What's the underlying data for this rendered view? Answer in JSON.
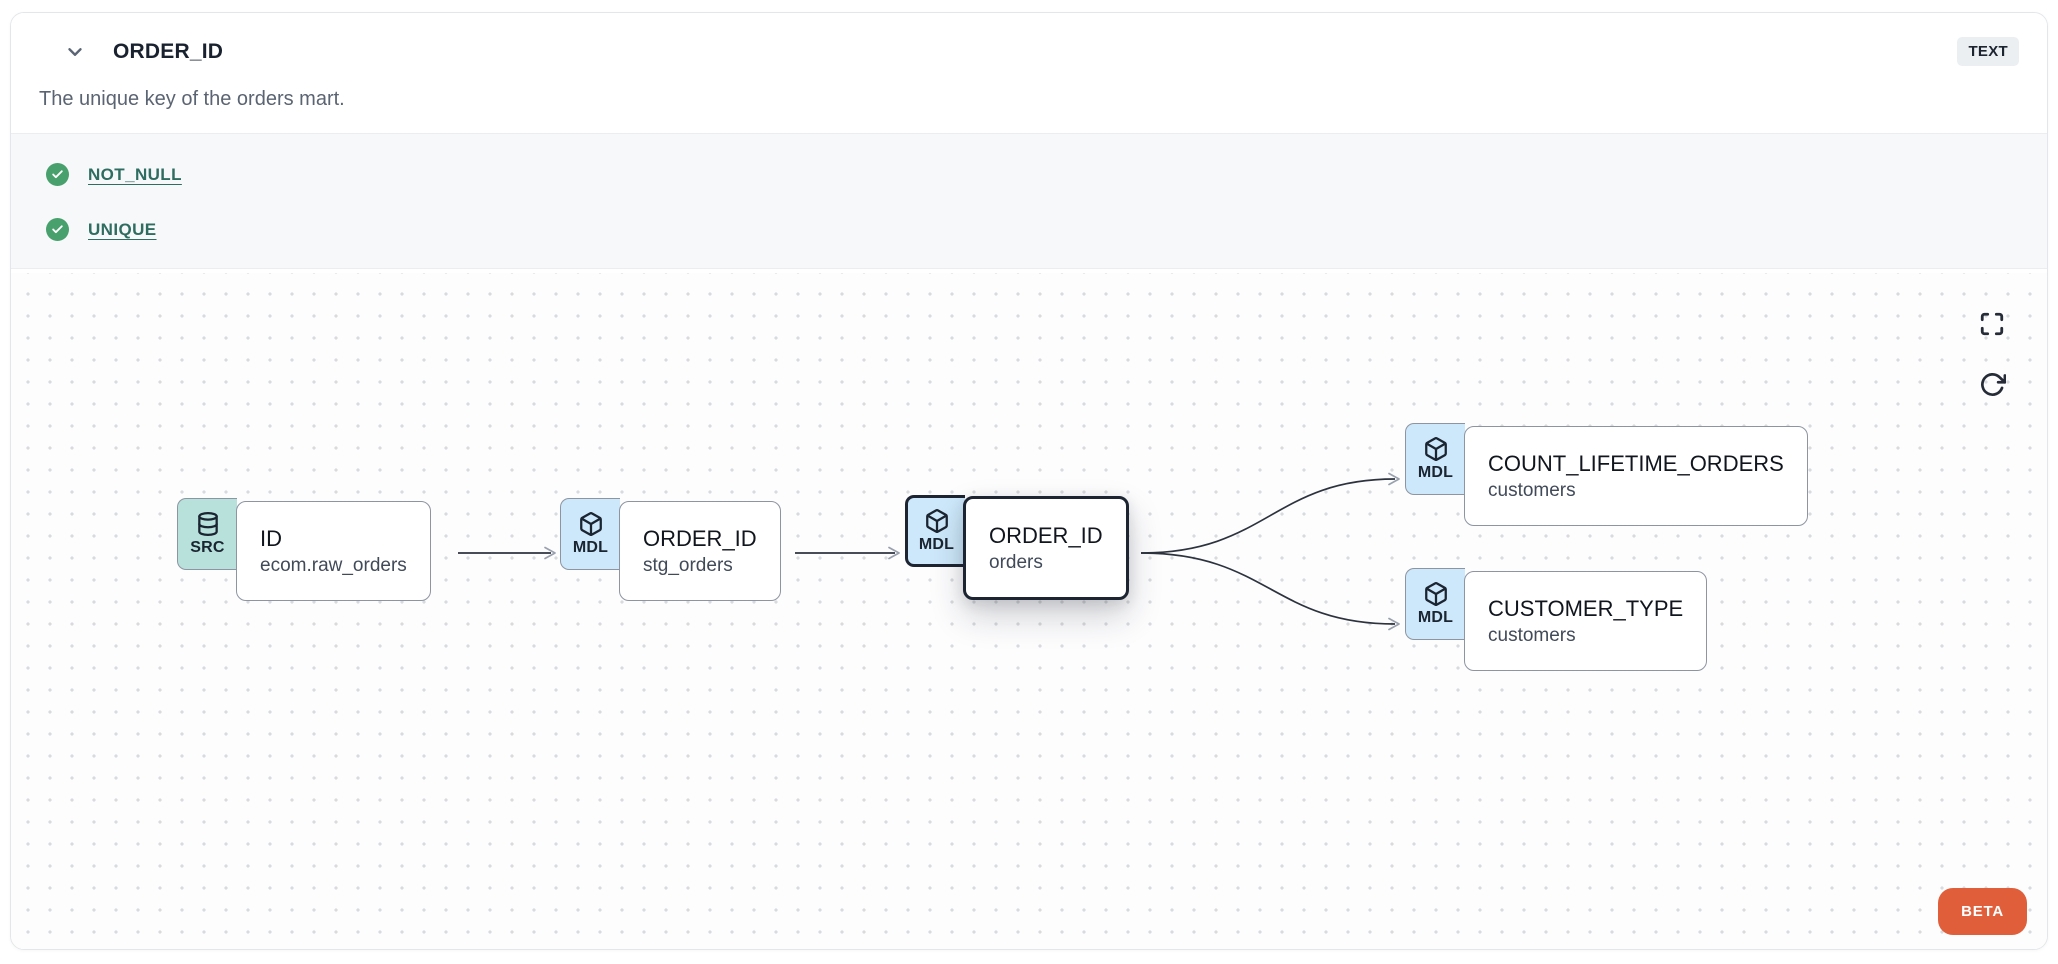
{
  "panel": {
    "title": "ORDER_ID",
    "type_badge": "TEXT",
    "description": "The unique key of the orders mart."
  },
  "tests": [
    {
      "label": "NOT_NULL",
      "status": "pass"
    },
    {
      "label": "UNIQUE",
      "status": "pass"
    }
  ],
  "lineage": {
    "nodes": [
      {
        "badge": "SRC",
        "icon": "database",
        "title": "ID",
        "subtitle": "ecom.raw_orders",
        "selected": false
      },
      {
        "badge": "MDL",
        "icon": "cube",
        "title": "ORDER_ID",
        "subtitle": "stg_orders",
        "selected": false
      },
      {
        "badge": "MDL",
        "icon": "cube",
        "title": "ORDER_ID",
        "subtitle": "orders",
        "selected": true
      },
      {
        "badge": "MDL",
        "icon": "cube",
        "title": "COUNT_LIFETIME_ORDERS",
        "subtitle": "customers",
        "selected": false
      },
      {
        "badge": "MDL",
        "icon": "cube",
        "title": "CUSTOMER_TYPE",
        "subtitle": "customers",
        "selected": false
      }
    ],
    "edges": [
      {
        "source": "ID (ecom.raw_orders)",
        "target": "ORDER_ID (stg_orders)"
      },
      {
        "source": "ORDER_ID (stg_orders)",
        "target": "ORDER_ID (orders)"
      },
      {
        "source": "ORDER_ID (orders)",
        "target": "COUNT_LIFETIME_ORDERS (customers)"
      },
      {
        "source": "ORDER_ID (orders)",
        "target": "CUSTOMER_TYPE (customers)"
      }
    ],
    "beta_label": "BETA"
  },
  "colors": {
    "accent_orange": "#e05f3a",
    "test_pass_green": "#48a06d",
    "test_link_teal": "#2e6d60",
    "src_badge_bg": "#b8e1db",
    "mdl_badge_bg": "#cde8fa",
    "node_border": "#8d95a2",
    "selected_border": "#1d2533",
    "type_badge_bg": "#eceff2"
  }
}
